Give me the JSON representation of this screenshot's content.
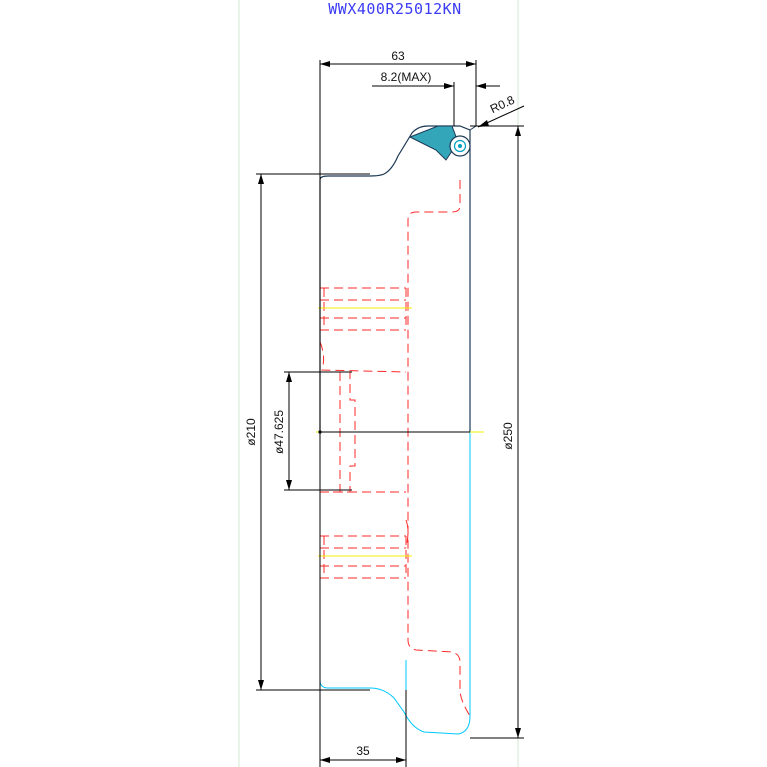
{
  "title": "WWX400R25012KN",
  "dimensions": {
    "overall_width": "63",
    "max_depth": "8.2(MAX)",
    "corner_radius": "R0.8",
    "bore_diameter": "ø47.625",
    "hub_diameter": "ø210",
    "cutter_diameter": "ø250",
    "hub_width": "35"
  },
  "colors": {
    "title": "#3b3bf5",
    "body_outline": "#1d3a55",
    "lower_half": "#00c8ff",
    "hidden_lines": "#ff2a2a",
    "center_lines": "#f2f200",
    "dimensions": "#000000"
  }
}
